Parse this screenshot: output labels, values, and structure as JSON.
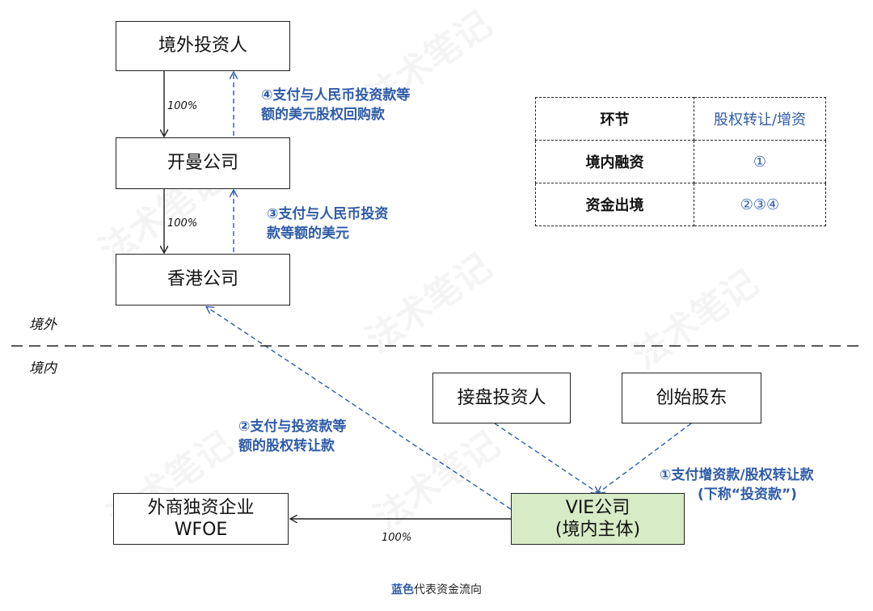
{
  "nodes": {
    "foreign_investor": "境外投资人",
    "cayman": "开曼公司",
    "hongkong": "香港公司",
    "takeover_investor": "接盘投资人",
    "founder": "创始股东",
    "wfoe_line1": "外商独资企业",
    "wfoe_line2": "WFOE",
    "vie_line1": "VIE公司",
    "vie_line2": "(境内主体)"
  },
  "percentages": {
    "foreign_to_cayman": "100%",
    "cayman_to_hk": "100%",
    "vie_to_wfoe": "100%"
  },
  "regions": {
    "offshore": "境外",
    "onshore": "境内"
  },
  "flows": {
    "step4": "④支付与人民币投资款等\n额的美元股权回购款",
    "step3": "③支付与人民币投资\n款等额的美元",
    "step2": "②支付与投资款等\n额的股权转让款",
    "step1_line1": "①支付增资款/股权转让款",
    "step1_line2": "(下称“投资款”)"
  },
  "legend_table": {
    "header": {
      "key": "环节",
      "value": "股权转让/增资"
    },
    "rows": [
      {
        "key": "境内融资",
        "value": "①"
      },
      {
        "key": "资金出境",
        "value": "②③④"
      }
    ]
  },
  "footnote": {
    "highlight": "蓝色",
    "rest": "代表资金流向"
  },
  "watermark": "法术笔记",
  "colors": {
    "flow_blue": "#2e5ba8",
    "vie_fill": "#d6ebc6"
  }
}
